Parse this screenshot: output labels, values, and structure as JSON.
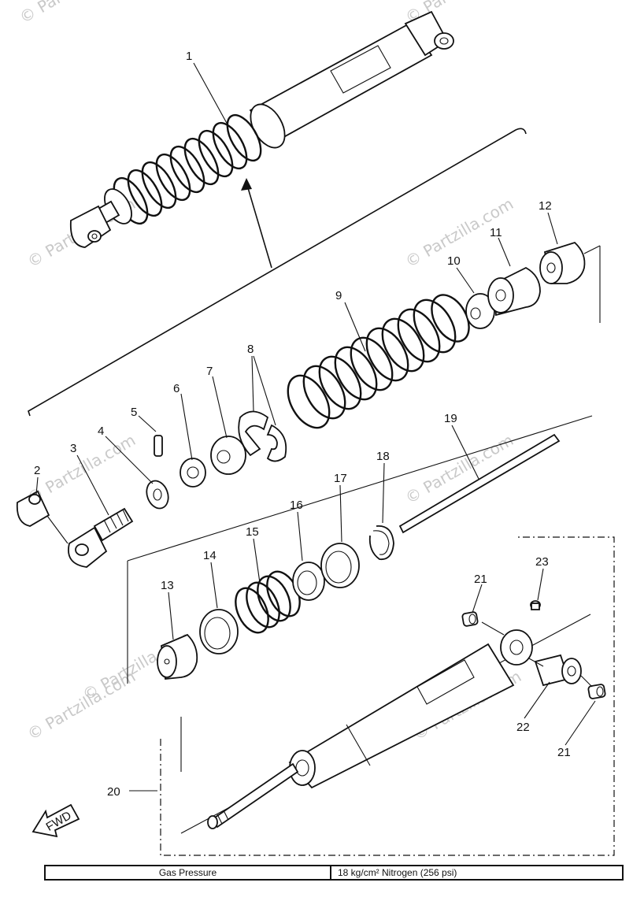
{
  "watermark": "© Partzilla.com",
  "callouts": [
    "1",
    "2",
    "3",
    "4",
    "5",
    "6",
    "7",
    "8",
    "9",
    "10",
    "11",
    "12",
    "13",
    "14",
    "15",
    "16",
    "17",
    "18",
    "19",
    "20",
    "21",
    "21",
    "22",
    "23"
  ],
  "fwd_label": "FWD",
  "spec_table": {
    "label": "Gas Pressure",
    "value": "18 kg/cm² Nitrogen (256 psi)"
  }
}
